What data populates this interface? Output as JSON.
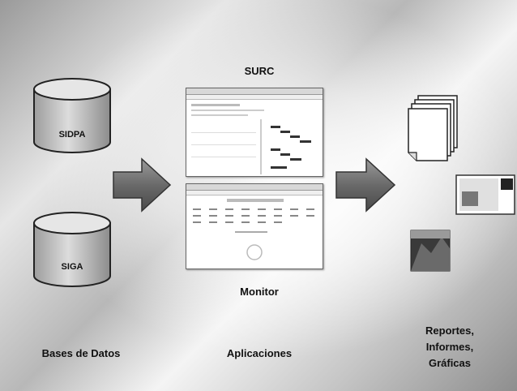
{
  "databases": [
    {
      "name": "SIDPA"
    },
    {
      "name": "SIGA"
    }
  ],
  "labels": {
    "bases": "Bases de Datos",
    "apps_title_top": "SURC",
    "apps_title_bottom": "Monitor",
    "apps": "Aplicaciones",
    "outputs": [
      "Reportes,",
      "Informes,",
      "Gráficas"
    ]
  },
  "colors": {
    "arrow_fill": "#7a7a7a",
    "cylinder_fill": "#bdbdbd"
  },
  "icons": [
    "database-icon",
    "arrow-right-icon",
    "document-stack-icon",
    "photo-icon"
  ]
}
